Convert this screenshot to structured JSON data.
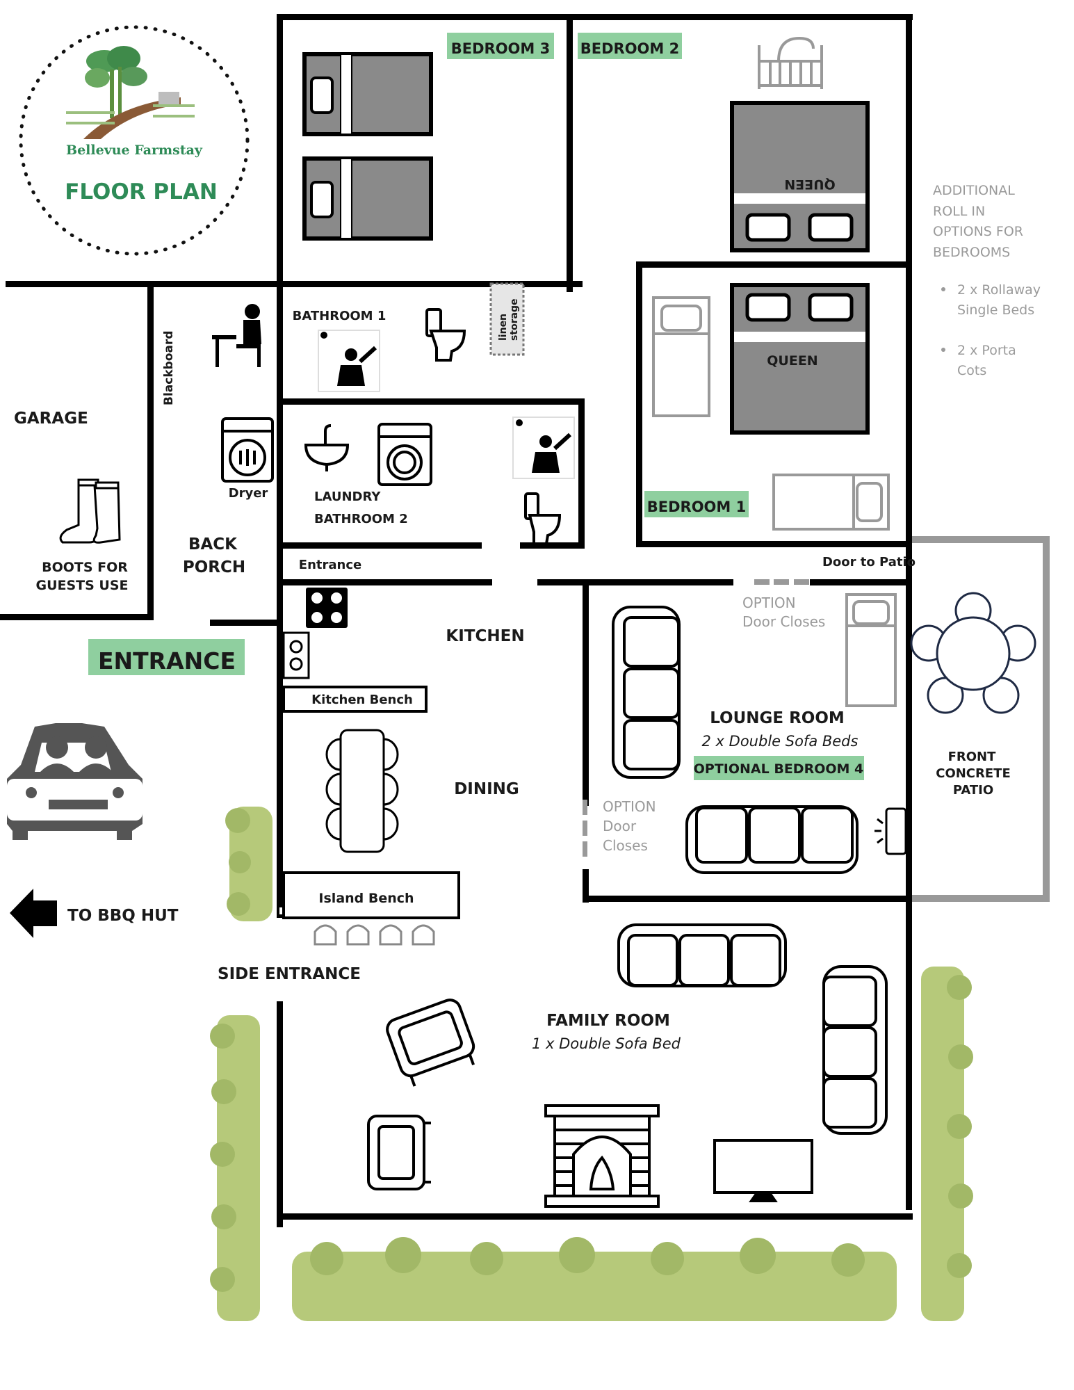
{
  "logo": {
    "brand": "Bellevue Farmstay",
    "title": "FLOOR PLAN",
    "color": "#2e8b57"
  },
  "rooms": {
    "bedroom3": "BEDROOM 3",
    "bedroom2": "BEDROOM 2",
    "bedroom1": "BEDROOM 1",
    "bathroom1": "BATHROOM 1",
    "laundry": "LAUNDRY",
    "bathroom2": "BATHROOM 2",
    "kitchen": "KITCHEN",
    "dining": "DINING",
    "lounge": "LOUNGE ROOM",
    "lounge_sub": "2 x Double Sofa Beds",
    "optional_bedroom": "OPTIONAL BEDROOM 4",
    "family": "FAMILY ROOM",
    "family_sub": "1 x Double Sofa Bed",
    "garage": "GARAGE",
    "back_porch_1": "BACK",
    "back_porch_2": "PORCH",
    "patio_1": "FRONT",
    "patio_2": "CONCRETE",
    "patio_3": "PATIO"
  },
  "labels": {
    "entrance_big": "ENTRANCE",
    "entrance_small": "Entrance",
    "door_to_patio": "Door to Patio",
    "side_entrance": "SIDE ENTRANCE",
    "to_bbq": "TO BBQ HUT",
    "boots_1": "BOOTS FOR",
    "boots_2": "GUESTS USE",
    "blackboard": "Blackboard",
    "dryer": "Dryer",
    "linen_1": "linen",
    "linen_2": "storage",
    "kitchen_bench": "Kitchen Bench",
    "island_bench": "Island Bench",
    "queen": "QUEEN",
    "option_1a": "OPTION",
    "option_1b": "Door Closes",
    "option_2a": "OPTION",
    "option_2b": "Door",
    "option_2c": "Closes"
  },
  "notes": {
    "lines": [
      "ADDITIONAL",
      "ROLL IN",
      "OPTIONS FOR",
      "BEDROOMS"
    ],
    "bullet1_a": "2 x Rollaway",
    "bullet1_b": "Single Beds",
    "bullet2_a": "2 x Porta",
    "bullet2_b": "Cots"
  },
  "colors": {
    "label_bg": "#8fcf9f",
    "bed_grey": "#8a8a8a",
    "wall": "#000000",
    "hedge": "#b6c97a",
    "note_grey": "#9a9a9a"
  }
}
